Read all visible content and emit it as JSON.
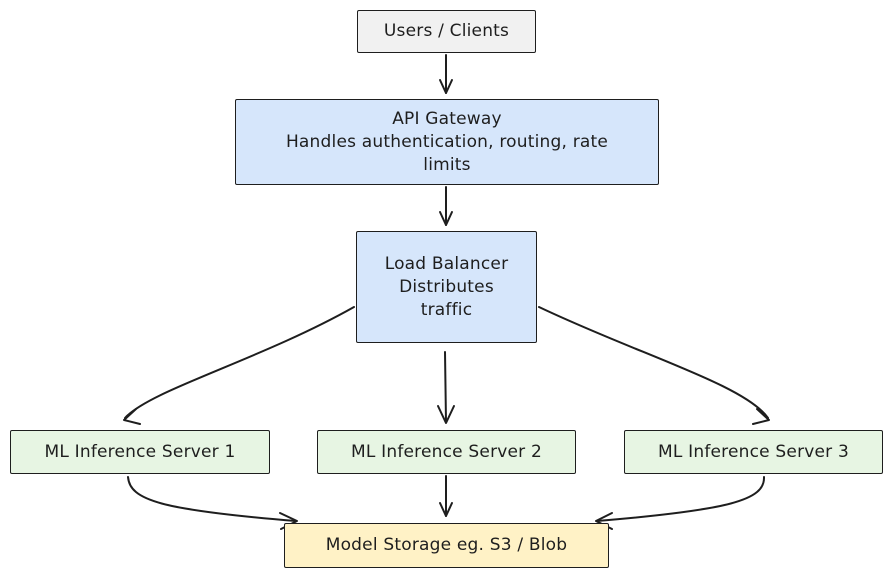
{
  "colors": {
    "stroke": "#1e1e1e",
    "users_fill": "#f1f1f1",
    "gateway_fill": "#d6e6fb",
    "lb_fill": "#d6e6fb",
    "server_fill": "#e7f5e3",
    "storage_fill": "#fff2c6"
  },
  "nodes": {
    "users": {
      "lines": [
        "Users / Clients"
      ]
    },
    "gateway": {
      "lines": [
        "API Gateway",
        "Handles authentication, routing, rate",
        "limits"
      ]
    },
    "load_balancer": {
      "lines": [
        "Load Balancer",
        "Distributes",
        "traffic"
      ]
    },
    "server1": {
      "lines": [
        "ML Inference Server 1"
      ]
    },
    "server2": {
      "lines": [
        "ML Inference Server 2"
      ]
    },
    "server3": {
      "lines": [
        "ML Inference Server 3"
      ]
    },
    "storage": {
      "lines": [
        "Model Storage eg. S3 / Blob"
      ]
    }
  },
  "edges": [
    {
      "from": "users",
      "to": "gateway"
    },
    {
      "from": "gateway",
      "to": "load_balancer"
    },
    {
      "from": "load_balancer",
      "to": "server1"
    },
    {
      "from": "load_balancer",
      "to": "server2"
    },
    {
      "from": "load_balancer",
      "to": "server3"
    },
    {
      "from": "server1",
      "to": "storage"
    },
    {
      "from": "server2",
      "to": "storage"
    },
    {
      "from": "server3",
      "to": "storage"
    }
  ]
}
